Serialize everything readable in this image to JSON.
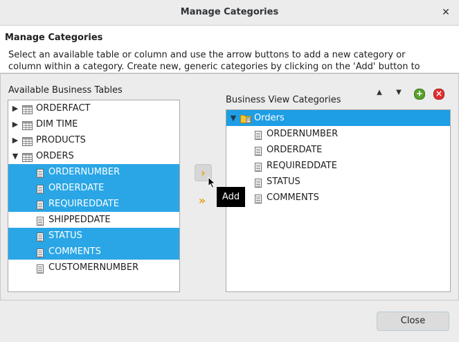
{
  "dialog": {
    "title": "Manage Categories",
    "close_glyph": "✕"
  },
  "header": {
    "title": "Manage Categories",
    "description_line1": "Select an available table or column and use the arrow buttons to add a new category or",
    "description_line2": "column within a category. Create new, generic categories by clicking on the 'Add' button to"
  },
  "available": {
    "label": "Available Business Tables",
    "items": [
      {
        "label": "ORDERFACT",
        "type": "table",
        "expanded": false,
        "selected": false
      },
      {
        "label": "DIM TIME",
        "type": "table",
        "expanded": false,
        "selected": false
      },
      {
        "label": "PRODUCTS",
        "type": "table",
        "expanded": false,
        "selected": false
      },
      {
        "label": "ORDERS",
        "type": "table",
        "expanded": true,
        "selected": false
      },
      {
        "label": "ORDERNUMBER",
        "type": "column",
        "selected": true
      },
      {
        "label": "ORDERDATE",
        "type": "column",
        "selected": true
      },
      {
        "label": "REQUIREDDATE",
        "type": "column",
        "selected": true
      },
      {
        "label": "SHIPPEDDATE",
        "type": "column",
        "selected": false
      },
      {
        "label": "STATUS",
        "type": "column",
        "selected": true
      },
      {
        "label": "COMMENTS",
        "type": "column",
        "selected": true
      },
      {
        "label": "CUSTOMERNUMBER",
        "type": "column",
        "selected": false
      }
    ]
  },
  "categories": {
    "label": "Business View Categories",
    "items": [
      {
        "label": "Orders",
        "type": "category",
        "expanded": true,
        "selected": true
      },
      {
        "label": "ORDERNUMBER",
        "type": "column"
      },
      {
        "label": "ORDERDATE",
        "type": "column"
      },
      {
        "label": "REQUIREDDATE",
        "type": "column"
      },
      {
        "label": "STATUS",
        "type": "column"
      },
      {
        "label": "COMMENTS",
        "type": "column"
      }
    ]
  },
  "toolbar": {
    "move_up_icon": "▲",
    "move_down_icon": "▼",
    "add_icon": "+",
    "remove_icon": "×"
  },
  "transfer": {
    "add_glyph": "›",
    "add_all_glyph": "»",
    "tooltip": "Add"
  },
  "footer": {
    "close_label": "Close"
  },
  "colors": {
    "selection": "#2aa6e6",
    "arrow": "#e6a20e",
    "add_green": "#5aa02c",
    "remove_red": "#e03030"
  }
}
